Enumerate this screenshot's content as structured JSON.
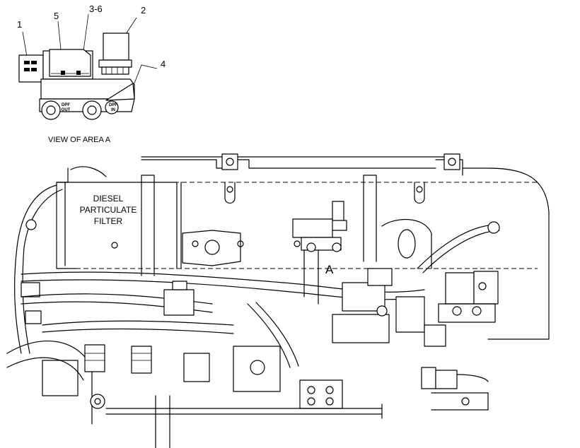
{
  "inset": {
    "caption": "VIEW OF AREA  A",
    "callouts": [
      "1",
      "5",
      "3-6",
      "2",
      "4"
    ],
    "port_labels": {
      "left_top": "DPF",
      "left_bottom": "OUT",
      "right_top": "DPF",
      "right_bottom": "IN"
    }
  },
  "main": {
    "dpf_label": [
      "DIESEL",
      "PARTICULATE",
      "FILTER"
    ],
    "area_marker": "A"
  }
}
